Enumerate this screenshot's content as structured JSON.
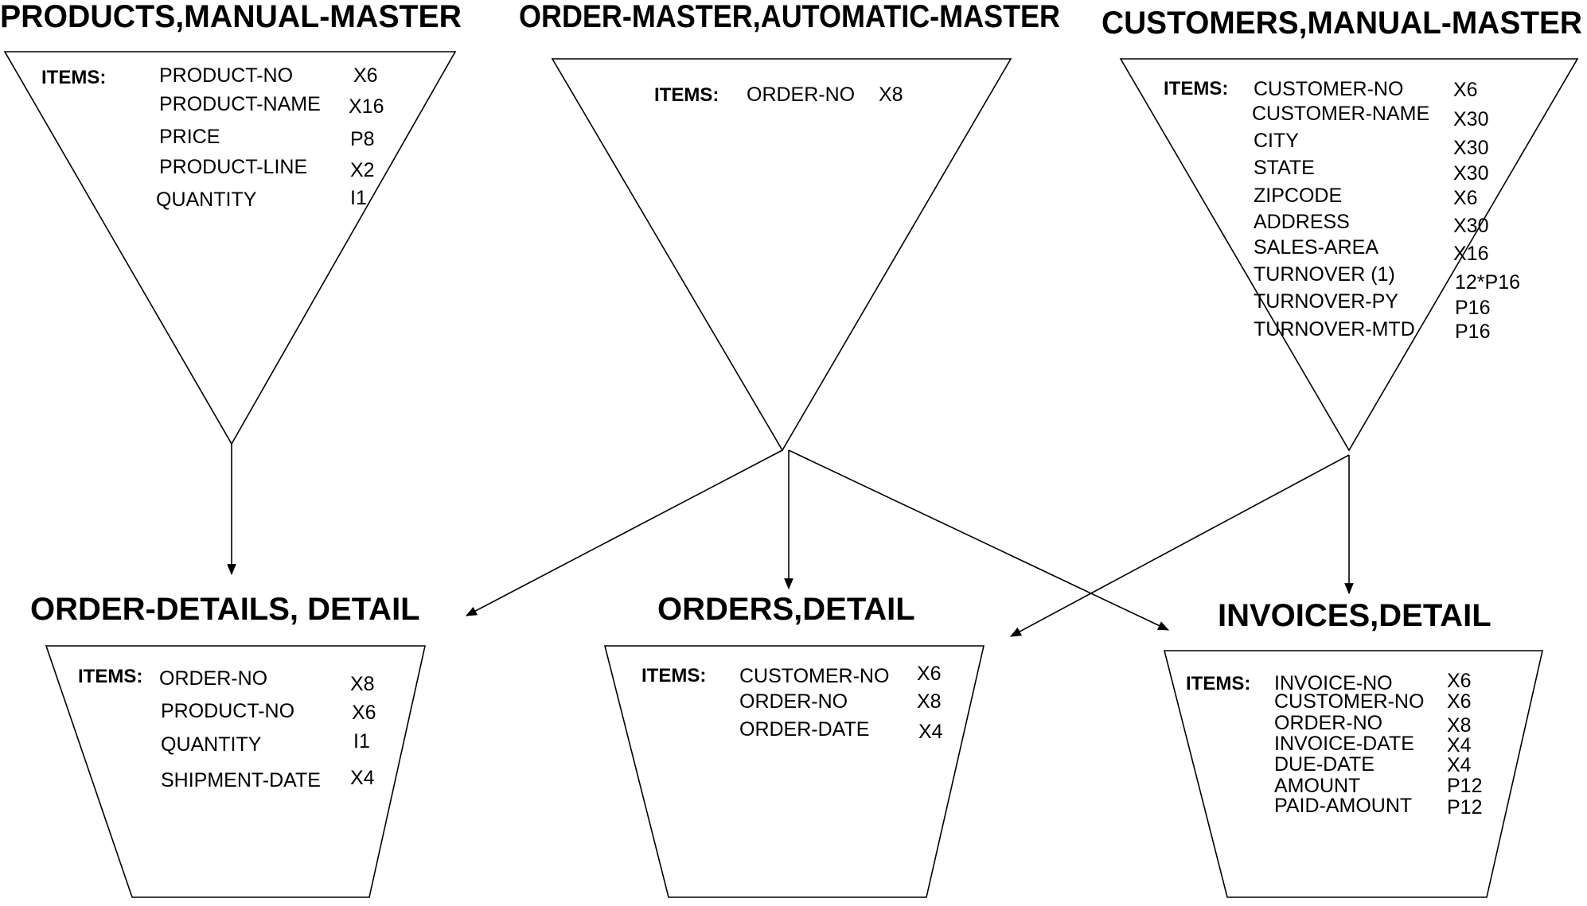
{
  "colors": {
    "line": "#000000",
    "text": "#000000",
    "background": "#ffffff"
  },
  "masters": [
    {
      "id": "products",
      "title": "PRODUCTS,MANUAL-MASTER",
      "items_label": "ITEMS:",
      "fields": [
        {
          "name": "PRODUCT-NO",
          "type": "X6"
        },
        {
          "name": "PRODUCT-NAME",
          "type": "X16"
        },
        {
          "name": "PRICE",
          "type": "P8"
        },
        {
          "name": "PRODUCT-LINE",
          "type": "X2"
        },
        {
          "name": "QUANTITY",
          "type": "I1"
        }
      ]
    },
    {
      "id": "order-master",
      "title": "ORDER-MASTER,AUTOMATIC-MASTER",
      "items_label": "ITEMS:",
      "fields": [
        {
          "name": "ORDER-NO",
          "type": "X8"
        }
      ]
    },
    {
      "id": "customers",
      "title": "CUSTOMERS,MANUAL-MASTER",
      "items_label": "ITEMS:",
      "fields": [
        {
          "name": "CUSTOMER-NO",
          "type": "X6"
        },
        {
          "name": "CUSTOMER-NAME",
          "type": "X30"
        },
        {
          "name": "CITY",
          "type": "X30"
        },
        {
          "name": "STATE",
          "type": "X30"
        },
        {
          "name": "ZIPCODE",
          "type": "X6"
        },
        {
          "name": "ADDRESS",
          "type": "X30"
        },
        {
          "name": "SALES-AREA",
          "type": "X16"
        },
        {
          "name": "TURNOVER (1)",
          "type": "12*P16"
        },
        {
          "name": "TURNOVER-PY",
          "type": "P16"
        },
        {
          "name": "TURNOVER-MTD",
          "type": "P16"
        }
      ]
    }
  ],
  "details": [
    {
      "id": "order-details",
      "title": "ORDER-DETAILS, DETAIL",
      "items_label": "ITEMS:",
      "fields": [
        {
          "name": "ORDER-NO",
          "type": "X8"
        },
        {
          "name": "PRODUCT-NO",
          "type": "X6"
        },
        {
          "name": "QUANTITY",
          "type": "I1"
        },
        {
          "name": "SHIPMENT-DATE",
          "type": "X4"
        }
      ]
    },
    {
      "id": "orders",
      "title": "ORDERS,DETAIL",
      "items_label": "ITEMS:",
      "fields": [
        {
          "name": "CUSTOMER-NO",
          "type": "X6"
        },
        {
          "name": "ORDER-NO",
          "type": "X8"
        },
        {
          "name": "ORDER-DATE",
          "type": "X4"
        }
      ]
    },
    {
      "id": "invoices",
      "title": "INVOICES,DETAIL",
      "items_label": "ITEMS:",
      "fields": [
        {
          "name": "INVOICE-NO",
          "type": "X6"
        },
        {
          "name": "CUSTOMER-NO",
          "type": "X6"
        },
        {
          "name": "ORDER-NO",
          "type": "X8"
        },
        {
          "name": "INVOICE-DATE",
          "type": "X4"
        },
        {
          "name": "DUE-DATE",
          "type": "X4"
        },
        {
          "name": "AMOUNT",
          "type": "P12"
        },
        {
          "name": "PAID-AMOUNT",
          "type": "P12"
        }
      ]
    }
  ],
  "links": [
    {
      "from": "products",
      "to": "order-details"
    },
    {
      "from": "order-master",
      "to": "order-details"
    },
    {
      "from": "order-master",
      "to": "orders"
    },
    {
      "from": "order-master",
      "to": "invoices"
    },
    {
      "from": "customers",
      "to": "orders"
    },
    {
      "from": "customers",
      "to": "invoices"
    }
  ]
}
